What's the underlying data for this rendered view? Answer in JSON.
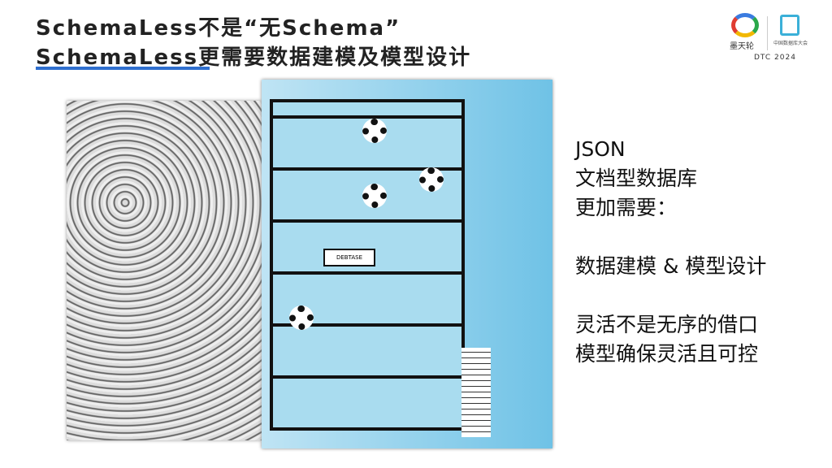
{
  "title": {
    "line1": "SchemaLess不是“无Schema”",
    "line2": "SchemaLess更需要数据建模及模型设计"
  },
  "logo": {
    "brand": "墨天轮",
    "partner": "中国数据库大会",
    "event": "DTC 2024"
  },
  "illustration": {
    "label": "DEBTASE"
  },
  "side": {
    "lines": [
      "JSON",
      "文档型数据库",
      "更加需要：",
      "",
      "数据建模 & 模型设计",
      "",
      "灵活不是无序的借口",
      "模型确保灵活且可控"
    ]
  },
  "colors": {
    "accent": "#2f6fcf",
    "panel": "#8fd0ec"
  }
}
